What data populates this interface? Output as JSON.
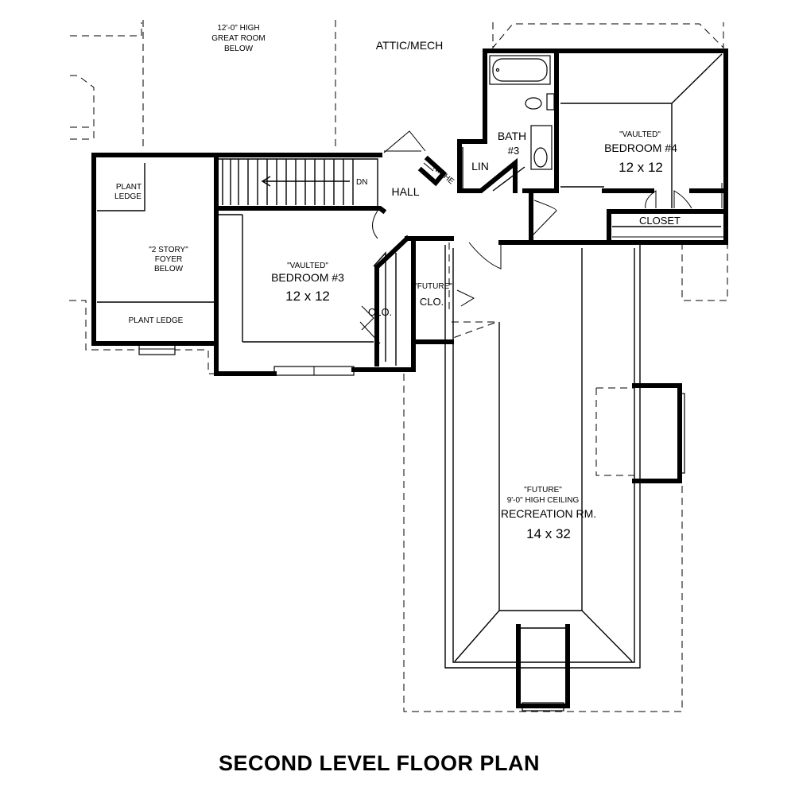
{
  "title": "SECOND LEVEL FLOOR PLAN",
  "rooms": {
    "great_room": [
      "12'-0\" HIGH",
      "GREAT ROOM",
      "BELOW"
    ],
    "attic": "ATTIC/MECH",
    "bath": [
      "BATH",
      "#3"
    ],
    "linen": "LIN",
    "niche": "NICHE",
    "hall": "HALL",
    "stair_dn": "DN",
    "bedroom4": {
      "note": "\"VAULTED\"",
      "name": "BEDROOM #4",
      "size": "12 x 12"
    },
    "closet4": "CLOSET",
    "plant_ledge_top": [
      "PLANT",
      "LEDGE"
    ],
    "foyer": [
      "\"2 STORY\"",
      "FOYER",
      "BELOW"
    ],
    "plant_ledge_bottom": "PLANT LEDGE",
    "bedroom3": {
      "note": "\"VAULTED\"",
      "name": "BEDROOM #3",
      "size": "12 x 12"
    },
    "closet3": "CLO.",
    "future_closet": [
      "\"FUTURE\"",
      "CLO."
    ],
    "recreation": {
      "note1": "\"FUTURE\"",
      "note2": "9'-0\" HIGH CEILING",
      "name": "RECREATION RM.",
      "size": "14 x 32"
    }
  }
}
